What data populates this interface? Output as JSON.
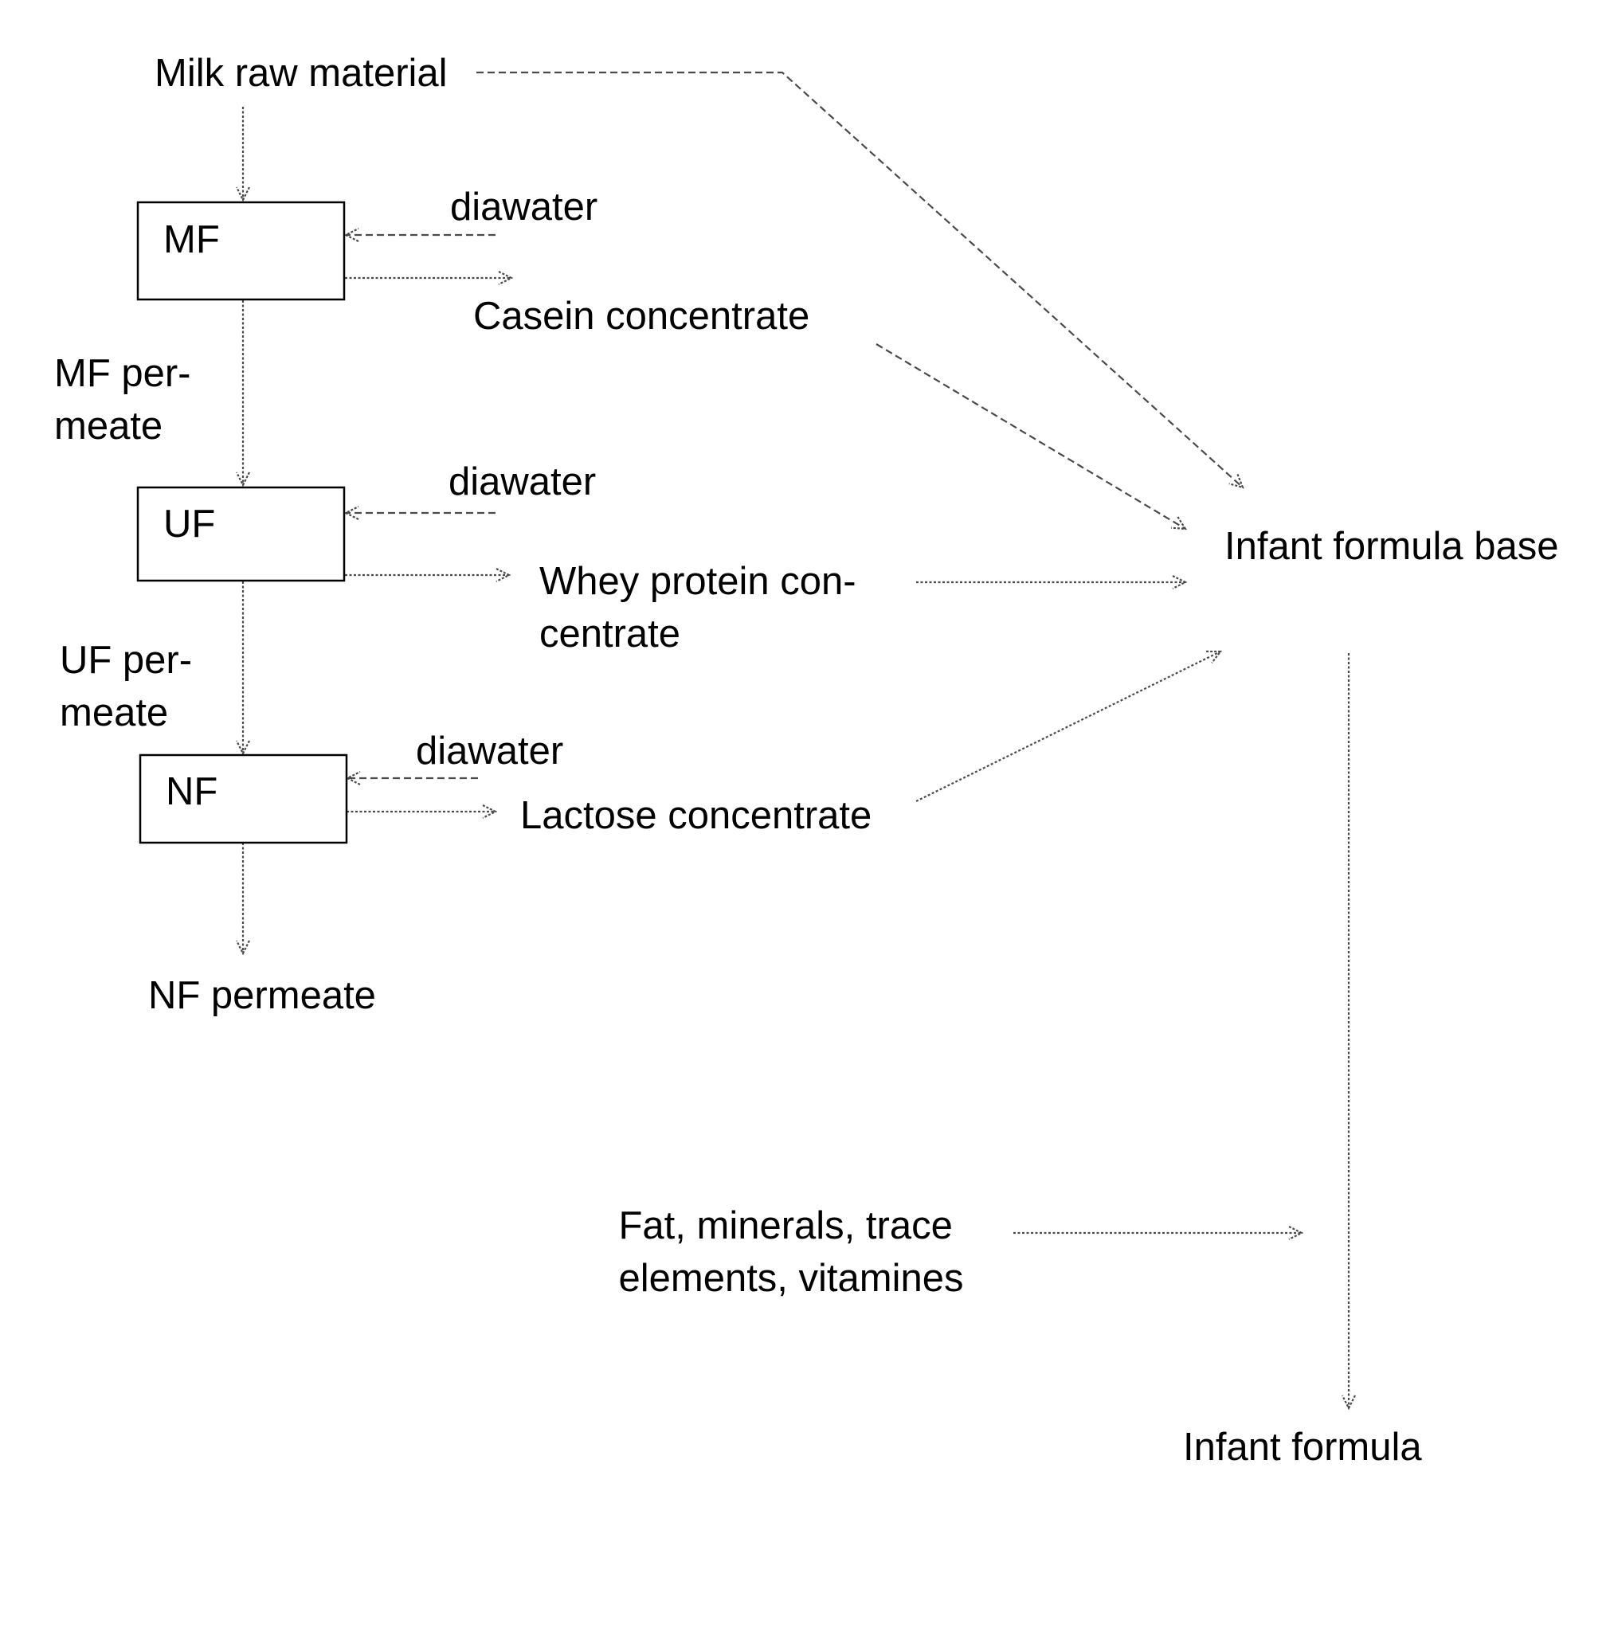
{
  "nodes": {
    "milk_raw_material": "Milk raw material",
    "mf": "MF",
    "uf": "UF",
    "nf": "NF",
    "diawater_mf": "diawater",
    "diawater_uf": "diawater",
    "diawater_nf": "diawater",
    "casein_concentrate": "Casein concentrate",
    "mf_permeate": [
      "MF per-",
      "meate"
    ],
    "uf_permeate": [
      "UF per-",
      "meate"
    ],
    "whey_protein_concentrate": [
      "Whey protein con-",
      "centrate"
    ],
    "lactose_concentrate": "Lactose concentrate",
    "nf_permeate": "NF permeate",
    "infant_formula_base": "Infant formula base",
    "additives": [
      "Fat, minerals, trace",
      "elements, vitamines"
    ],
    "infant_formula": "Infant formula"
  },
  "edges": [
    {
      "from": "milk_raw_material",
      "to": "mf"
    },
    {
      "from": "diawater_mf",
      "to": "mf"
    },
    {
      "from": "mf",
      "to": "casein_concentrate"
    },
    {
      "from": "mf",
      "to": "uf",
      "label": "mf_permeate"
    },
    {
      "from": "diawater_uf",
      "to": "uf"
    },
    {
      "from": "uf",
      "to": "whey_protein_concentrate"
    },
    {
      "from": "uf",
      "to": "nf",
      "label": "uf_permeate"
    },
    {
      "from": "diawater_nf",
      "to": "nf"
    },
    {
      "from": "nf",
      "to": "lactose_concentrate"
    },
    {
      "from": "nf",
      "to": "nf_permeate"
    },
    {
      "from": "milk_raw_material",
      "to": "infant_formula_base"
    },
    {
      "from": "casein_concentrate",
      "to": "infant_formula_base"
    },
    {
      "from": "whey_protein_concentrate",
      "to": "infant_formula_base"
    },
    {
      "from": "lactose_concentrate",
      "to": "infant_formula_base"
    },
    {
      "from": "additives",
      "to": "infant_formula"
    },
    {
      "from": "infant_formula_base",
      "to": "infant_formula"
    }
  ],
  "colors": {
    "line": "#4a4a4a",
    "text": "#000000",
    "box_stroke": "#000000"
  }
}
